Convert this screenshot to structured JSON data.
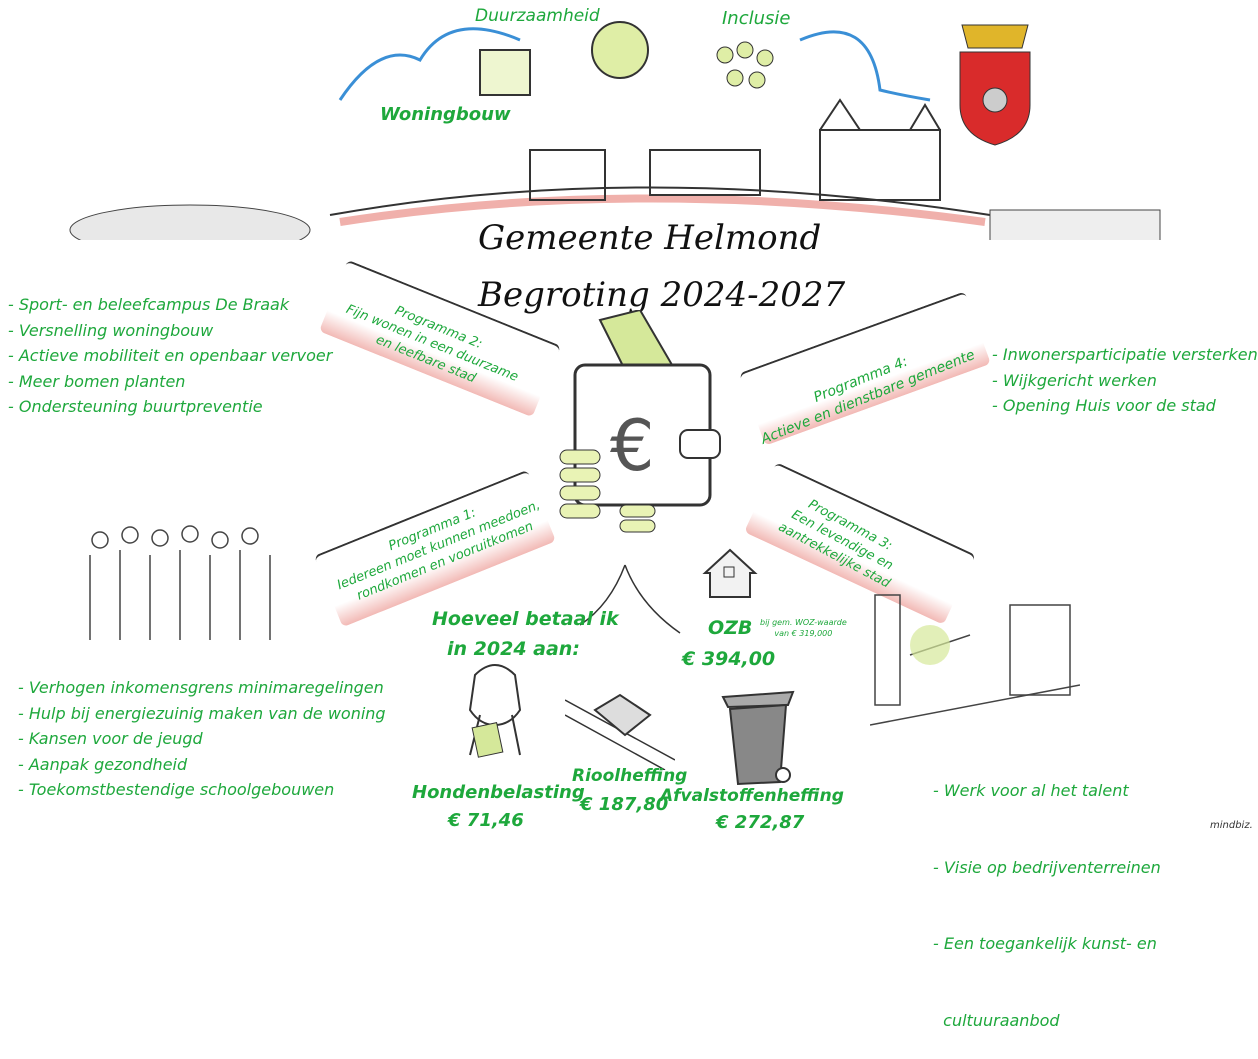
{
  "header": {
    "theme_labels": [
      "Duurzaamheid",
      "Inclusie",
      "Woningbouw"
    ],
    "title": "Gemeente Helmond",
    "subtitle": "Begroting 2024-2027"
  },
  "programmes": [
    {
      "label": "Programma 2:",
      "text": [
        "Fijn wonen in een duurzame",
        "en leefbare stad"
      ]
    },
    {
      "label": "Programma 4:",
      "text": [
        "Actieve en dienstbare gemeente"
      ]
    },
    {
      "label": "Programma 1:",
      "text": [
        "Iedereen moet kunnen meedoen,",
        "rondkomen en vooruitkomen"
      ]
    },
    {
      "label": "Programma 3:",
      "text": [
        "Een levendige en",
        "aantrekkelijke stad"
      ]
    }
  ],
  "lists": {
    "top_left": [
      "- Sport- en beleefcampus De Braak",
      "- Versnelling woningbouw",
      "- Actieve mobiliteit en openbaar vervoer",
      "- Meer bomen planten",
      "- Ondersteuning buurtpreventie"
    ],
    "top_right": [
      "- Inwonersparticipatie versterken",
      "- Wijkgericht werken",
      "- Opening Huis voor de stad"
    ],
    "bottom_left": [
      "- Verhogen inkomensgrens minimaregelingen",
      "- Hulp bij energiezuinig maken van de woning",
      "- Kansen voor de jeugd",
      "- Aanpak gezondheid",
      "- Toekomstbestendige schoolgebouwen"
    ],
    "bottom_right": [
      "- Werk voor al het talent",
      "- Visie op bedrijventerreinen",
      "- Een toegankelijk kunst- en",
      "  cultuuraanbod"
    ]
  },
  "costs": {
    "question": [
      "Hoeveel betaal ik",
      "in 2024 aan:"
    ],
    "ozb": {
      "label": "OZB",
      "amount": "€ 394,00",
      "note": [
        "bij gem. WOZ-waarde",
        "van € 319,000"
      ]
    },
    "hond": {
      "label": "Hondenbelasting",
      "amount": "€ 71,46"
    },
    "riool": {
      "label": "Rioolheffing",
      "amount": "€ 187,80"
    },
    "afval": {
      "label": "Afvalstoffenheffing",
      "amount": "€ 272,87"
    }
  },
  "signature": "mindbiz.",
  "colors": {
    "green": "#1ea83c",
    "red": "#d92b2b",
    "lime": "#cfe48a"
  }
}
